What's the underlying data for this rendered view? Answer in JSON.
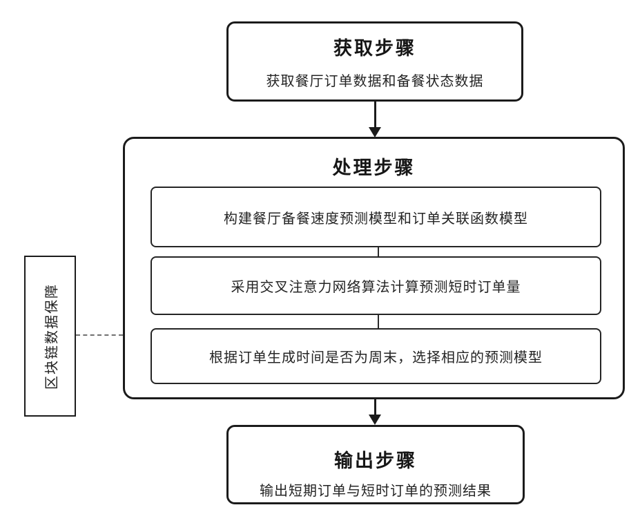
{
  "diagram": {
    "acquisition": {
      "title": "获取步骤",
      "subtitle": "获取餐厅订单数据和备餐状态数据"
    },
    "process": {
      "title": "处理步骤",
      "steps": [
        {
          "label": "构建餐厅备餐速度预测模型和订单关联函数模型"
        },
        {
          "label": "采用交叉注意力网络算法计算预测短时订单量"
        },
        {
          "label": "根据订单生成时间是否为周末，选择相应的预测模型"
        }
      ]
    },
    "output": {
      "title": "输出步骤",
      "subtitle": "输出短期订单与短时订单的预测结果"
    },
    "side": {
      "label": "区块链数据保障"
    },
    "colors": {
      "border": "#1b1b1b",
      "text": "#242424",
      "background": "#ffffff",
      "dash": "#6f6f6f"
    }
  }
}
